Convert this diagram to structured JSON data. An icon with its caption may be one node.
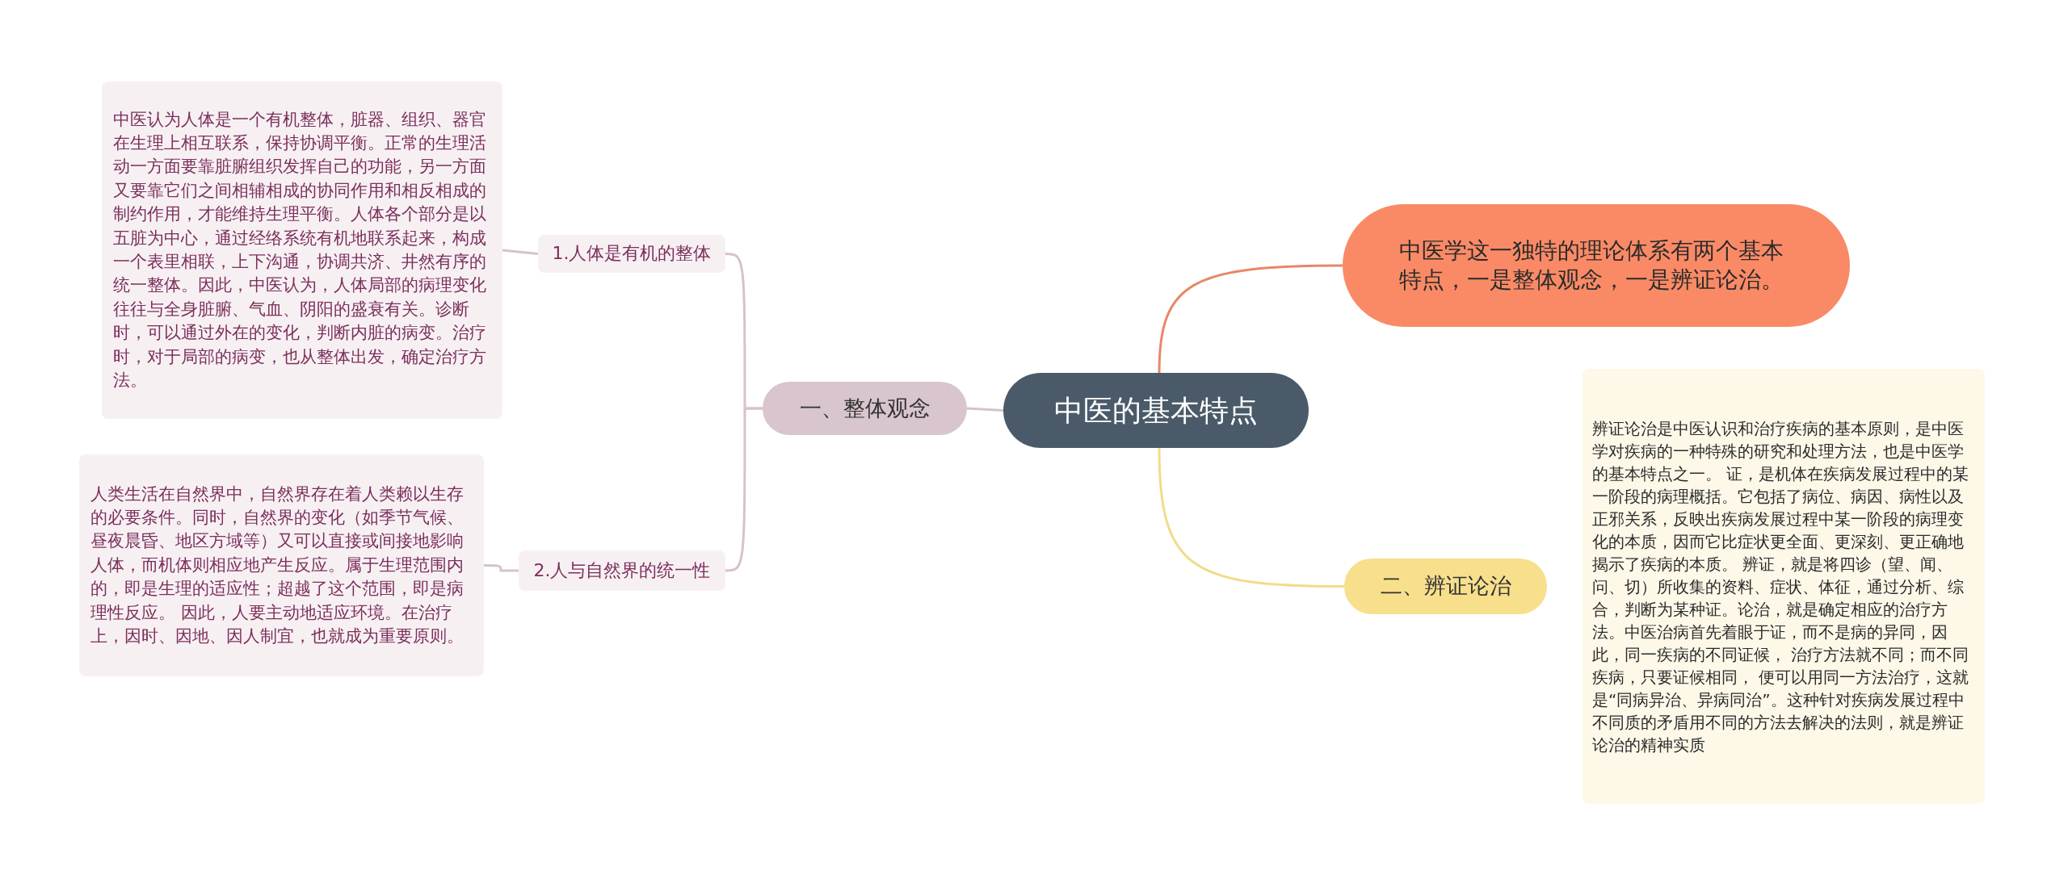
{
  "diagram": {
    "nodes": [
      {
        "text": [
          "中医的基本特点"
        ]
      },
      {
        "text": [
          "中医学这一独特的理论体系有两个基本特点，一是整体观念，一是辨证论治。"
        ]
      },
      {
        "text": [
          "一、整体观念"
        ]
      },
      {
        "text": [
          "1.人体是有机的整体"
        ]
      },
      {
        "text": [
          "中医认为人体是一个有机整体，脏器、组织、器官在生理上相互联系，保持协调平衡。正常的生理活动一方面要靠脏腑组织发挥自己的功能，另一方面又要靠它们之间相辅相成的协同作用和相反相成的制约作用，才能维持生理平衡。人体各个部分是以五脏为中心，通过经络系统有机地联系起来，构成一个表里相联，上下沟通，协调共济、井然有序的统一整体。因此，中医认为，人体局部的病理变化往往与全身脏腑、气血、阴阳的盛衰有关。诊断时，可以通过外在的变化，判断内脏的病变。治疗时，对于局部的病变，也从整体出发，确定治疗方法。"
        ]
      },
      {
        "text": [
          "2.人与自然界的统一性"
        ]
      },
      {
        "text": [
          "人类生活在自然界中，自然界存在着人类赖以生存的必要条件。同时，自然界的变化（如季节气候、昼夜晨昏、地区方域等）又可以直接或间接地影响人体，而机体则相应地产生反应。属于生理范围内的，即是生理的适应性；超越了这个范围，即是病理性反应。 因此，人要主动地适应环境。在治疗上，因时、因地、因人制宜，也就成为重要原则。"
        ]
      },
      {
        "text": [
          "二、辨证论治"
        ]
      },
      {
        "text": [
          "辨证论治是中医认识和治疗疾病的基本原则，是中医学对疾病的一种特殊的研究和处理方法，也是中医学的基本特点之一。 证，是机体在疾病发展过程中的某一阶段的病理概括。它包括了病位、病因、病性以及正邪关系，反映出疾病发展过程中某一阶段的病理变化的本质，因而它比症状更全面、更深刻、更正确地揭示了疾病的本质。 辨证，就是将四诊（望、闻、问、切）所收集的资料、症状、体征，通过分析、综合，判断为某种证。论治，就是确定相应的治疗方法。中医治病首先着眼于证，而不是病的异同，因此，同一疾病的不同证候， 治疗方法就不同；而不同疾病，只要证候相同， 便可以用同一方法治疗，这就是“同病异治、异病同治”。这种针对疾病发展过程中不同质的矛盾用不同的方法去解决的法则，就是辨证论治的精神实质"
        ]
      }
    ],
    "edges": [
      {
        "from": 0,
        "to": 1,
        "arrow": "none",
        "color": "#e8876a"
      },
      {
        "from": 0,
        "to": 2,
        "arrow": "none"
      },
      {
        "from": 0,
        "to": 7,
        "arrow": "none",
        "color": "#f2dc8a"
      },
      {
        "from": 2,
        "to": 3,
        "arrow": "none"
      },
      {
        "from": 3,
        "to": 4,
        "arrow": "none"
      },
      {
        "from": 2,
        "to": 5,
        "arrow": "none"
      },
      {
        "from": 5,
        "to": 6,
        "arrow": "none"
      }
    ]
  }
}
